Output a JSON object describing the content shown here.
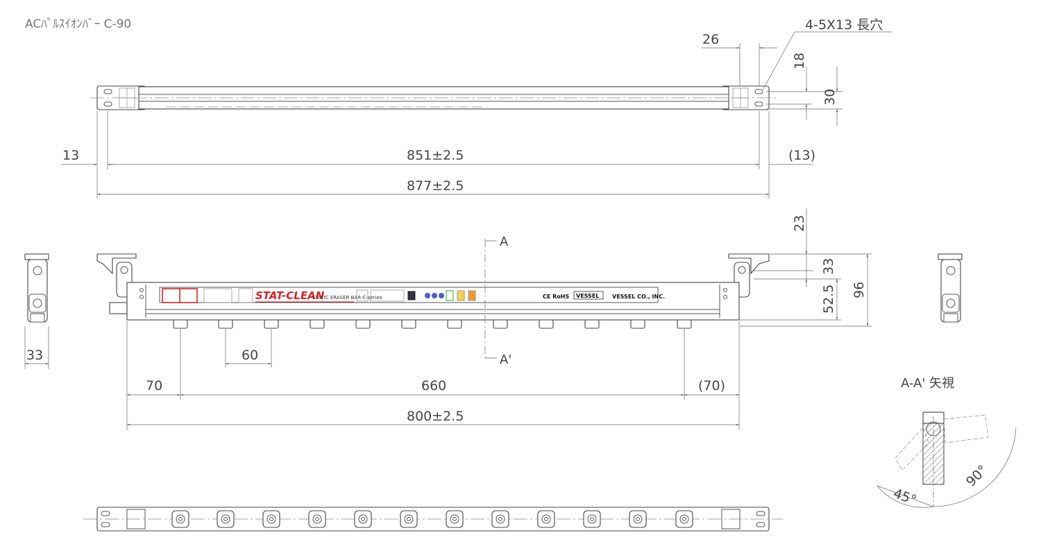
{
  "title": "ACﾊﾟﾙｽｲｵﾝﾊﾞｰ C-90",
  "product": {
    "brand": "STAT-CLEAN",
    "subtitle": "STATIC ERASER BAR C-series",
    "marks": "CE RoHS",
    "maker_badge": "VESSEL",
    "maker": "VESSEL CO., INC.",
    "accent_color": "#dd2222"
  },
  "top_view": {
    "slot_note": "4-5X13 長穴",
    "dims": {
      "end_offset_left": "13",
      "pitch_length": "851±2.5",
      "end_offset_right": "(13)",
      "overall_length": "877±2.5",
      "slot_width": "26",
      "slot_offset": "18",
      "slot_pitch": "30"
    }
  },
  "front_view": {
    "section_top": "A",
    "section_bottom": "A'",
    "dims": {
      "top_gap": "23",
      "bracket_height": "33",
      "body_height": "52.5",
      "total_height": "96",
      "nozzle_pitch": "60",
      "first_nozzle": "70",
      "nozzle_span": "660",
      "last_nozzle": "(70)",
      "body_length": "800±2.5",
      "side_width": "33"
    }
  },
  "section_view": {
    "title": "A-A' 矢視",
    "angle_left": "45°",
    "angle_right": "90°"
  }
}
